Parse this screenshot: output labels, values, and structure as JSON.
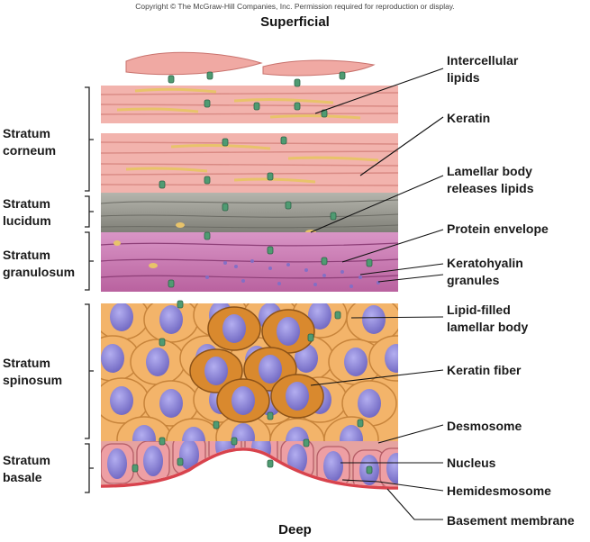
{
  "copyright": "Copyright © The McGraw-Hill Companies, Inc. Permission required for reproduction or display.",
  "top_label": "Superficial",
  "bottom_label": "Deep",
  "layers": [
    {
      "line1": "Stratum",
      "line2": "corneum"
    },
    {
      "line1": "Stratum",
      "line2": "lucidum"
    },
    {
      "line1": "Stratum",
      "line2": "granulosum"
    },
    {
      "line1": "Stratum",
      "line2": "spinosum"
    },
    {
      "line1": "Stratum",
      "line2": "basale"
    }
  ],
  "callouts": [
    {
      "line1": "Intercellular",
      "line2": "lipids"
    },
    {
      "line1": "Keratin",
      "line2": ""
    },
    {
      "line1": "Lamellar body",
      "line2": "releases lipids"
    },
    {
      "line1": "Protein envelope",
      "line2": ""
    },
    {
      "line1": "Keratohyalin",
      "line2": "granules"
    },
    {
      "line1": "Lipid-filled",
      "line2": "lamellar body"
    },
    {
      "line1": "Keratin fiber",
      "line2": ""
    },
    {
      "line1": "Desmosome",
      "line2": ""
    },
    {
      "line1": "Nucleus",
      "line2": ""
    },
    {
      "line1": "Hemidesmosome",
      "line2": ""
    },
    {
      "line1": "Basement membrane",
      "line2": ""
    }
  ],
  "colors": {
    "corneum": "#f2b3ad",
    "corneum_dark": "#d98a84",
    "lipid": "#e8c36a",
    "lucidum": "#9a9a92",
    "granulosum": "#c678b3",
    "spinosum": "#f3b46a",
    "spinosum_border": "#c7843b",
    "nucleus": "#8e86d4",
    "basale": "#e6a3a0",
    "membrane": "#d8434d"
  }
}
